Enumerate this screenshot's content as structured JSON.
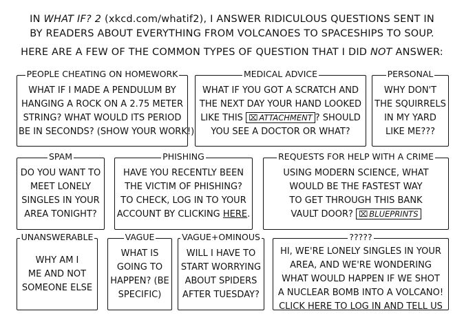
{
  "intro": {
    "line1_prefix": "IN ",
    "line1_book": "WHAT IF? 2",
    "line1_mid": " (xkcd.com/whatif2), I ANSWER RIDICULOUS QUESTIONS SENT IN",
    "line2": "BY READERS ABOUT EVERYTHING FROM VOLCANOES TO SPACESHIPS TO SOUP.",
    "line3_prefix": "HERE ARE A FEW OF THE COMMON TYPES OF QUESTION THAT I DID ",
    "line3_not": "NOT",
    "line3_suffix": " ANSWER:"
  },
  "boxes": {
    "homework": {
      "title": "PEOPLE CHEATING ON HOMEWORK",
      "lines": [
        "WHAT IF I MADE A PENDULUM BY",
        "HANGING A ROCK ON A 2.75 METER",
        "STRING? WHAT WOULD ITS PERIOD",
        "BE IN SECONDS? (SHOW YOUR WORK!)"
      ]
    },
    "medical": {
      "title": "MEDICAL ADVICE",
      "lines": [
        "WHAT IF YOU GOT A SCRATCH AND",
        "THE NEXT DAY YOUR HAND LOOKED"
      ],
      "line3_prefix": "LIKE THIS ",
      "attachment": "ATTACHMENT",
      "line3_suffix": "? SHOULD",
      "line4": "YOU SEE A DOCTOR OR WHAT?"
    },
    "personal": {
      "title": "PERSONAL",
      "lines": [
        "WHY DON'T",
        "THE SQUIRRELS",
        "IN MY YARD",
        "LIKE ME???"
      ]
    },
    "spam": {
      "title": "SPAM",
      "lines": [
        "DO YOU WANT TO",
        "MEET LONELY",
        "SINGLES IN YOUR",
        "AREA TONIGHT?"
      ]
    },
    "phishing": {
      "title": "PHISHING",
      "lines": [
        "HAVE YOU RECENTLY BEEN",
        "THE VICTIM OF PHISHING?",
        "TO CHECK, LOG IN TO YOUR"
      ],
      "line4_prefix": "ACCOUNT BY CLICKING ",
      "link": "HERE",
      "line4_suffix": "."
    },
    "crime": {
      "title": "REQUESTS FOR HELP WITH A CRIME",
      "lines": [
        "USING MODERN SCIENCE, WHAT",
        "WOULD BE THE FASTEST WAY",
        "TO GET THROUGH THIS BANK"
      ],
      "line4_prefix": "VAULT DOOR? ",
      "attachment": "BLUEPRINTS"
    },
    "unanswerable": {
      "title": "UNANSWERABLE",
      "lines": [
        "WHY AM I",
        "ME AND NOT",
        "SOMEONE ELSE"
      ]
    },
    "vague": {
      "title": "VAGUE",
      "lines": [
        "WHAT IS",
        "GOING TO",
        "HAPPEN? (BE",
        "SPECIFIC)"
      ]
    },
    "ominous": {
      "title": "VAGUE+OMINOUS",
      "lines": [
        "WILL I HAVE TO",
        "START WORRYING",
        "ABOUT SPIDERS",
        "AFTER TUESDAY?"
      ]
    },
    "mystery": {
      "title": "?????",
      "lines": [
        "HI, WE'RE LONELY SINGLES IN YOUR",
        "AREA, AND WE'RE WONDERING",
        "WHAT WOULD HAPPEN IF WE SHOT",
        "A NUCLEAR BOMB INTO A VOLCANO!",
        "CLICK HERE TO LOG IN AND TELL US"
      ]
    }
  }
}
